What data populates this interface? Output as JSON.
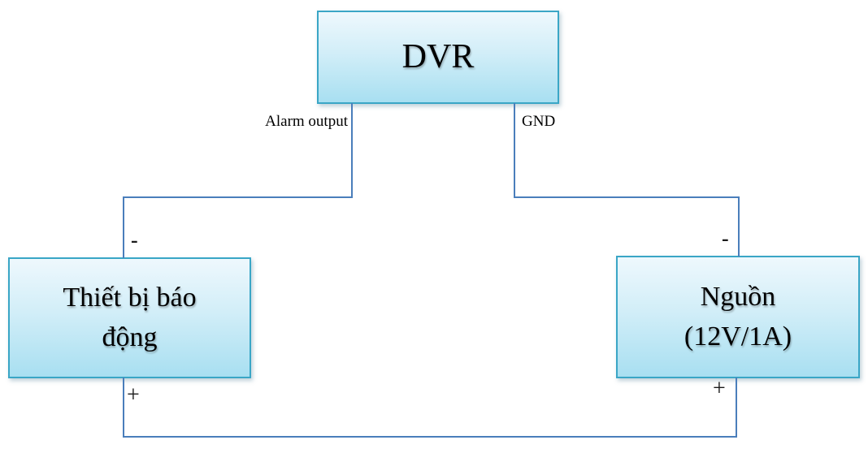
{
  "diagram": {
    "dvr": {
      "label": "DVR"
    },
    "alarm_device": {
      "label": "Thiết bị báo\nđộng"
    },
    "power_supply": {
      "label": "Nguồn\n(12V/1A)"
    },
    "wire_labels": {
      "alarm_output": "Alarm output",
      "gnd": "GND"
    },
    "terminals": {
      "alarm_device_minus": "-",
      "alarm_device_plus": "+",
      "power_supply_minus": "-",
      "power_supply_plus": "+"
    },
    "colors": {
      "box_border": "#3aa6c6",
      "box_fill_top": "#eef8fd",
      "box_fill_bottom": "#a8dff1",
      "wire": "#4a7ebb",
      "text": "#000000",
      "background": "#ffffff"
    }
  }
}
